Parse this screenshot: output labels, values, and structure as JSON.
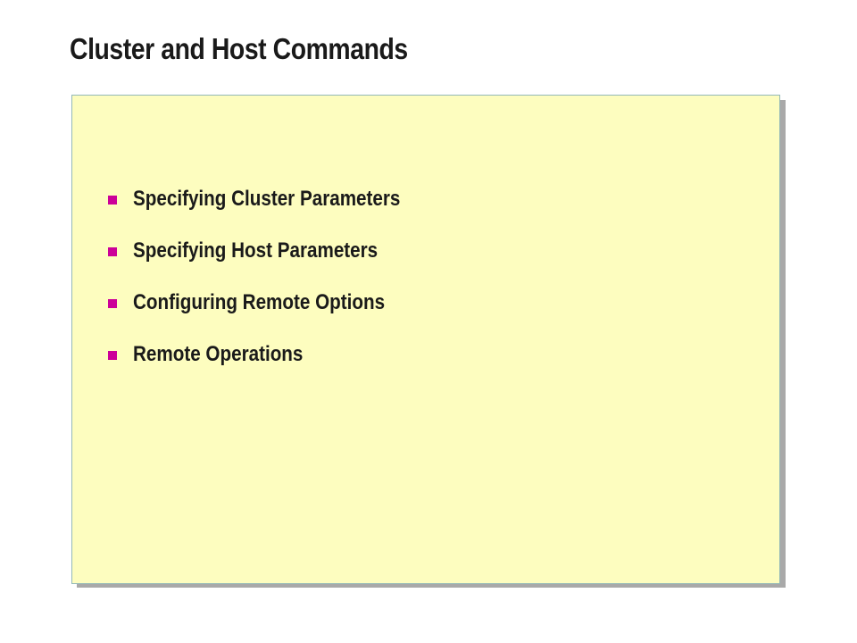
{
  "slide": {
    "title": "Cluster and Host Commands",
    "bullets": [
      "Specifying Cluster Parameters",
      "Specifying Host Parameters",
      "Configuring Remote Options",
      "Remote Operations"
    ]
  },
  "colors": {
    "panel_background": "#fdfdbf",
    "bullet_marker": "#cc0099",
    "text": "#1a1a1a"
  }
}
